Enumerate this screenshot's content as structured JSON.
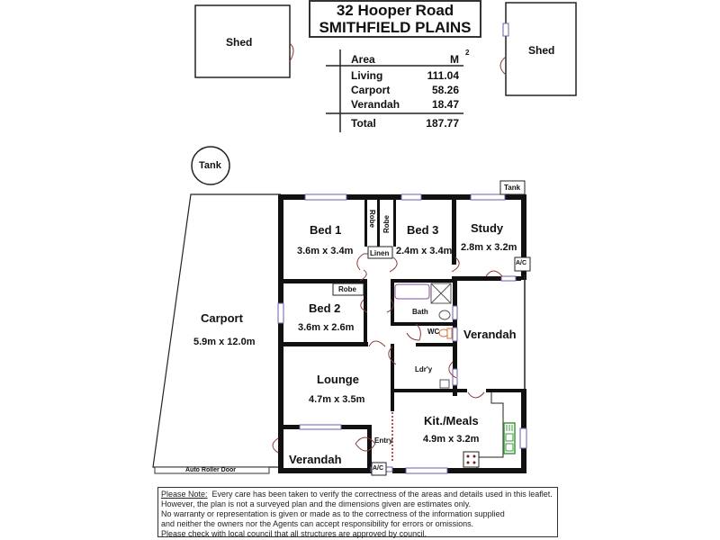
{
  "header": {
    "address_line1": "32 Hooper Road",
    "address_line2": "SMITHFIELD PLAINS"
  },
  "area_table": {
    "col_label": "Area",
    "col_unit": "M",
    "col_unit_sup": "2",
    "rows": [
      {
        "label": "Living",
        "value": "111.04"
      },
      {
        "label": "Carport",
        "value": "58.26"
      },
      {
        "label": "Verandah",
        "value": "18.47"
      }
    ],
    "total_label": "Total",
    "total_value": "187.77"
  },
  "outbuildings": {
    "shed_left": "Shed",
    "shed_right": "Shed",
    "tank_round": "Tank",
    "tank_small": "Tank"
  },
  "rooms": {
    "bed1": {
      "name": "Bed 1",
      "dim": "3.6m x 3.4m"
    },
    "bed2": {
      "name": "Bed 2",
      "dim": "3.6m x 2.6m"
    },
    "bed3": {
      "name": "Bed 3",
      "dim": "2.4m x 3.4m"
    },
    "study": {
      "name": "Study",
      "dim": "2.8m x 3.2m"
    },
    "lounge": {
      "name": "Lounge",
      "dim": "4.7m x 3.5m"
    },
    "kitchen": {
      "name": "Kit./Meals",
      "dim": "4.9m x 3.2m"
    },
    "carport": {
      "name": "Carport",
      "dim": "5.9m x 12.0m"
    },
    "verandah_side": {
      "name": "Verandah"
    },
    "verandah_front": {
      "name": "Verandah"
    }
  },
  "fixtures": {
    "robe1": "Robe",
    "robe2": "Robe",
    "robe3": "Robe",
    "linen": "Linen",
    "bath": "Bath",
    "wc": "WC",
    "laundry": "Ldr'y",
    "entry": "Entry",
    "ac1": "A/C",
    "ac2": "A/C",
    "roller_door": "Auto Roller Door"
  },
  "colors": {
    "wall": "#111111",
    "window": "#6a5fa8",
    "door": "#8b3a3a",
    "kitchen_sink": "#3c9a3c",
    "wc_fixture": "#d07030",
    "bath_fixture": "#8a4aa0"
  },
  "note": {
    "lead": "Please Note:",
    "line1": "Every care has been taken to verify the correctness of the areas and details used in this leaflet.",
    "line2": "However, the plan is not a surveyed plan and the dimensions given are estimates only.",
    "line3": "No warranty or representation is given or made as to the correctness of the information supplied",
    "line4": "and neither the owners nor the Agents can accept responsibility for errors or omissions.",
    "line5": "Please check with local council that all structures are approved by council."
  }
}
